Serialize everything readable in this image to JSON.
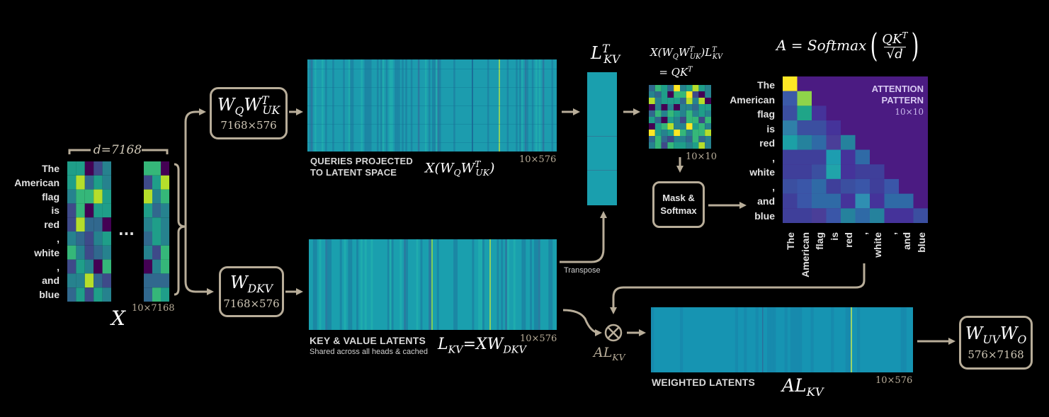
{
  "colors": {
    "background": "#000000",
    "arrow": "#b8ad99",
    "latent": "#19a8b6",
    "latent_dark": "#1488a0",
    "attn_purple": "#4b1b82",
    "yellow": "#f5e21f"
  },
  "tokens": [
    "The",
    "American",
    "flag",
    "is",
    "red",
    ",",
    "white",
    ",",
    "and",
    "blue"
  ],
  "input": {
    "dim_label": "d=7168",
    "ellipsis": "···",
    "var": "X",
    "dims": "10×7168"
  },
  "wq_box": {
    "main": "W_Q W_UK^T",
    "dims": "7168×576"
  },
  "wdkv_box": {
    "main": "W_DKV",
    "dims": "7168×576"
  },
  "queries": {
    "label1": "QUERIES PROJECTED",
    "label2": "TO LATENT SPACE",
    "formula": "X(W_Q W_UK^T)",
    "dims": "10×576"
  },
  "kv": {
    "label": "KEY & VALUE LATENTS",
    "sublabel": "Shared across all heads & cached",
    "formula": "L_KV=XW_DKV",
    "dims": "10×576"
  },
  "transpose": {
    "label": "Transpose",
    "var": "L_KV^T"
  },
  "qk": {
    "formula1": "X(W_Q W_UK^T)L_KV^T",
    "formula2": "= QK^T",
    "dims": "10×10"
  },
  "mask": {
    "line1": "Mask &",
    "line2": "Softmax"
  },
  "attn": {
    "formula": "A = Softmax(QK^T/√d)",
    "title1": "ATTENTION",
    "title2": "PATTERN",
    "dims": "10×10"
  },
  "multiply": {
    "symbol": "⊗",
    "label": "AL_KV"
  },
  "weighted": {
    "label": "WEIGHTED LATENTS",
    "var": "AL_KV",
    "dims": "10×576"
  },
  "output_box": {
    "main": "W_UV W_O",
    "dims": "576×7168"
  }
}
